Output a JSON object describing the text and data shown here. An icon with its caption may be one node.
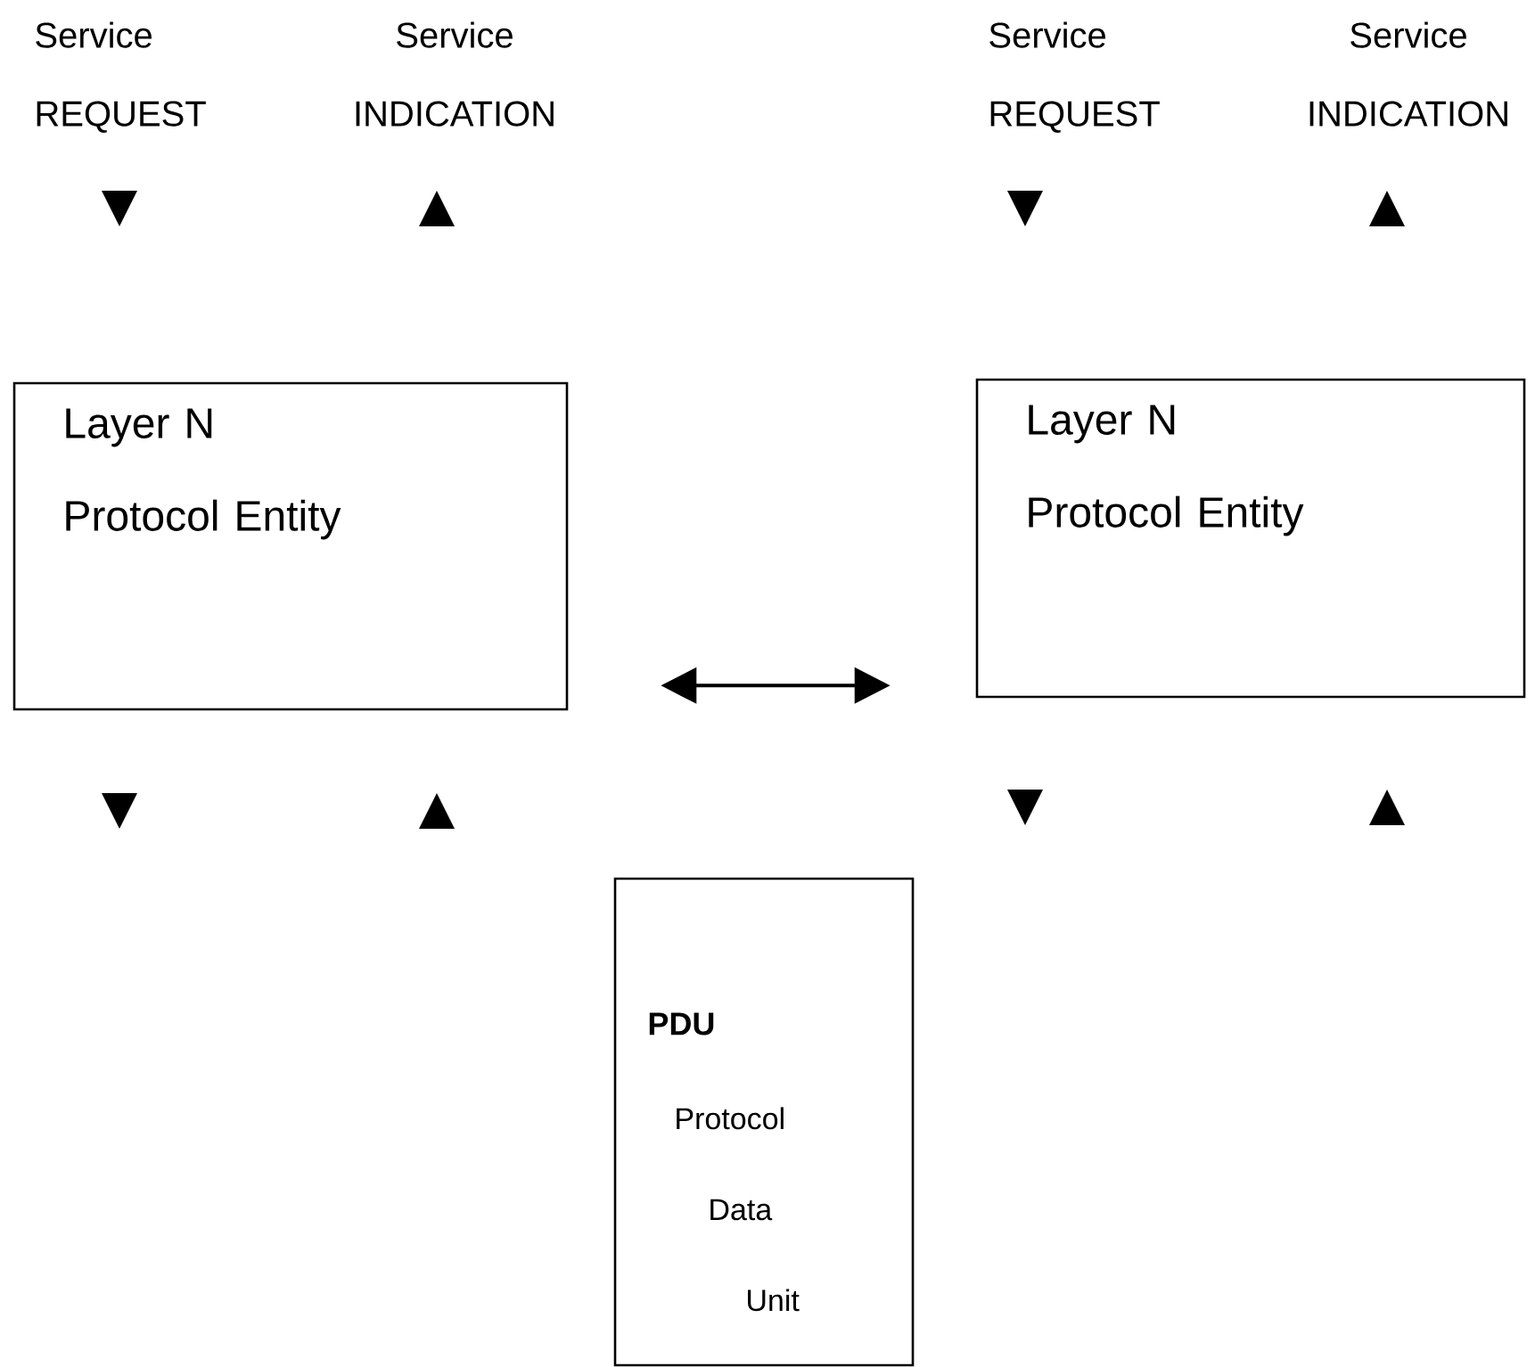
{
  "diagram": {
    "nodes": [
      {
        "text": [
          "Layer N Protocol Entity"
        ]
      },
      {
        "text": [
          "Layer N Protocol Entity"
        ]
      },
      {
        "text": [
          "PDU",
          "Protocol Data Unit"
        ]
      }
    ],
    "edges": [
      {
        "from": 0,
        "to": 1,
        "arrow": "both"
      }
    ],
    "labels": [
      "Service REQUEST",
      "Service INDICATION",
      "Service REQUEST",
      "Service INDICATION"
    ]
  }
}
